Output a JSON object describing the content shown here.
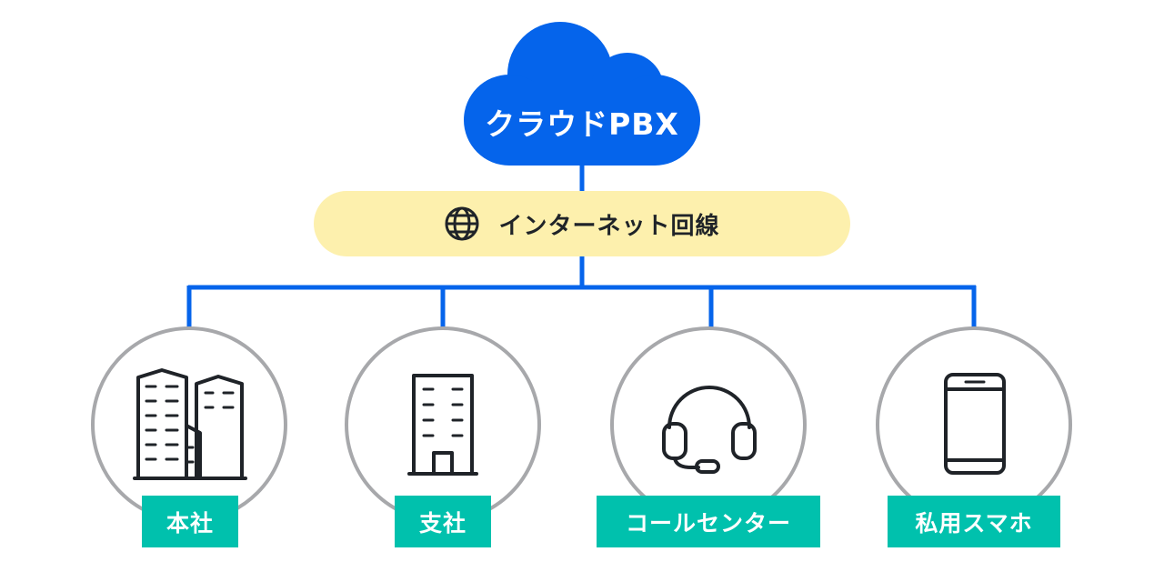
{
  "cloud": {
    "label": "クラウドPBX"
  },
  "internet": {
    "label": "インターネット回線",
    "icon": "globe-icon"
  },
  "endpoints": [
    {
      "label": "本社",
      "icon": "office-buildings-icon"
    },
    {
      "label": "支社",
      "icon": "office-building-icon"
    },
    {
      "label": "コールセンター",
      "icon": "headset-icon"
    },
    {
      "label": "私用スマホ",
      "icon": "smartphone-icon"
    }
  ],
  "colors": {
    "cloud": "#0564eb",
    "connector": "#0564eb",
    "internet_pill": "#fdf0ad",
    "tag": "#00c1ad",
    "circle_stroke": "#a7a8ab",
    "icon_stroke": "#1f2328"
  }
}
